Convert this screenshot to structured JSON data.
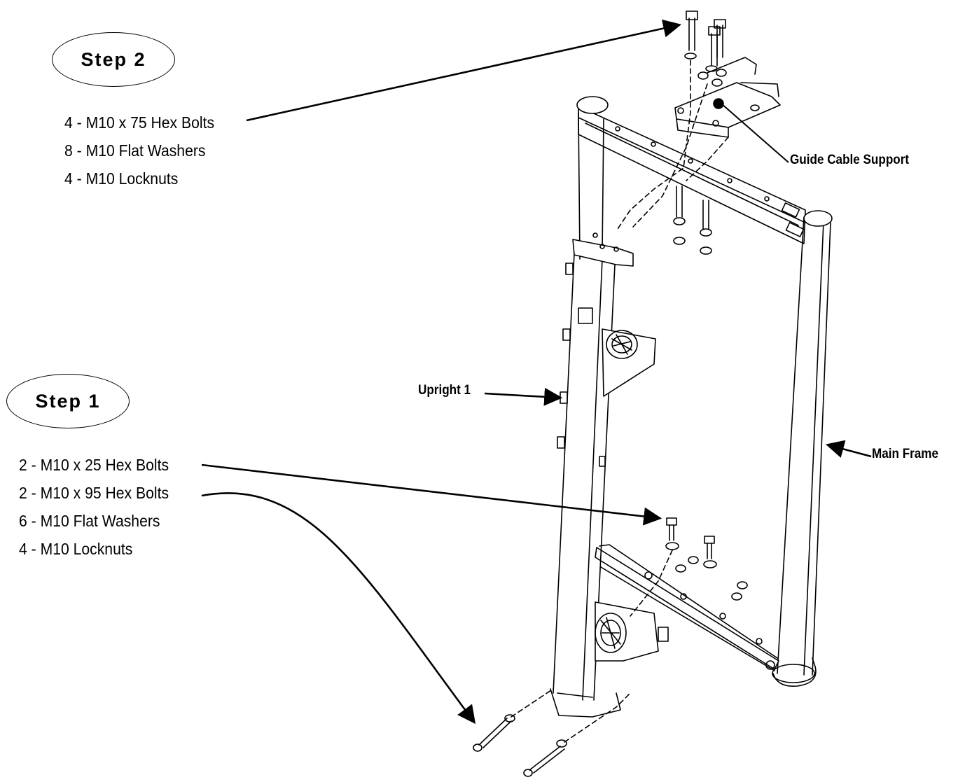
{
  "step2": {
    "title": "Step 2",
    "parts": [
      "4 - M10 x 75 Hex Bolts",
      "8 - M10 Flat Washers",
      "4 - M10 Locknuts"
    ]
  },
  "step1": {
    "title": "Step 1",
    "parts": [
      "2 - M10 x 25 Hex Bolts",
      "2 - M10 x 95 Hex Bolts",
      "6 - M10 Flat Washers",
      "4 - M10 Locknuts"
    ]
  },
  "callouts": {
    "guide_cable_support": "Guide Cable Support",
    "upright_1": "Upright 1",
    "main_frame": "Main Frame"
  },
  "colors": {
    "ink": "#000000",
    "background": "#ffffff"
  }
}
